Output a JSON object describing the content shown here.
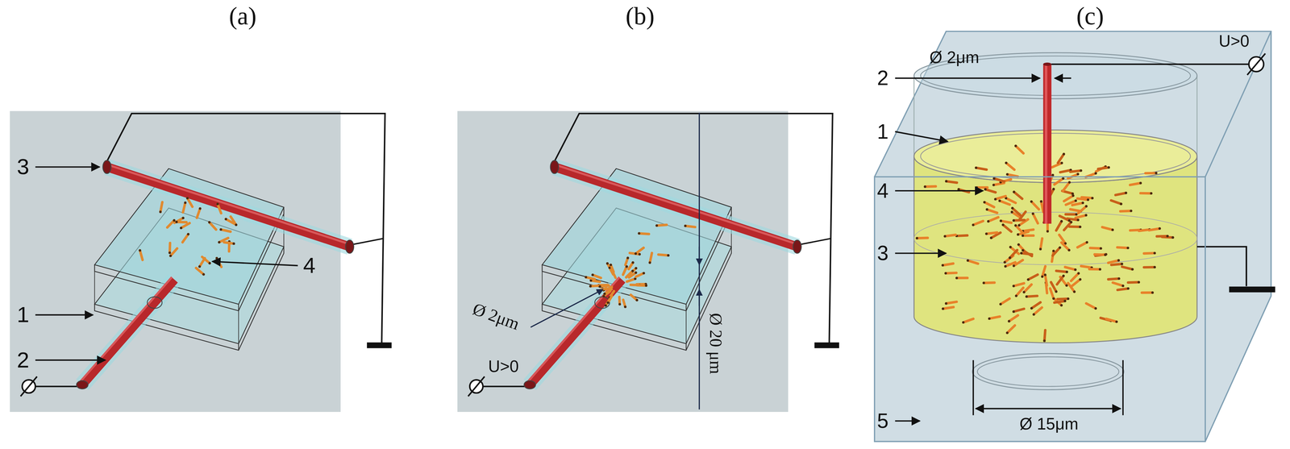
{
  "diagram": {
    "labels": [
      "(a)",
      "(b)",
      "(c)",
      "3",
      "1",
      "2",
      "4",
      "Ø 2μm",
      "Ø 20 μm",
      "U>0",
      "2",
      "Ø 2μm",
      "U>0",
      "1",
      "4",
      "3",
      "5",
      "Ø 15μm"
    ]
  }
}
